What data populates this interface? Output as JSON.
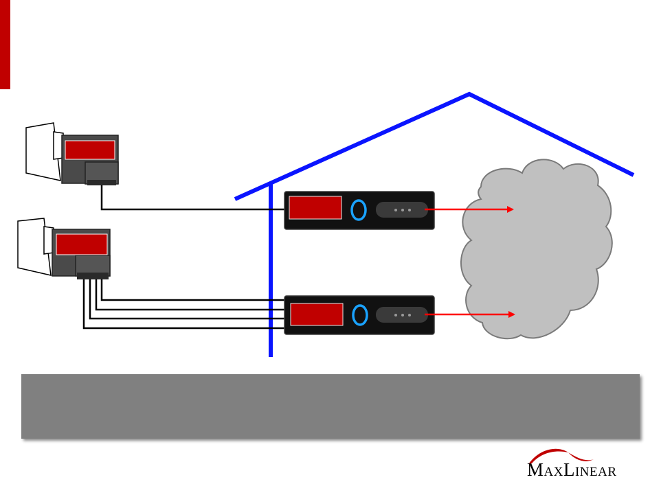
{
  "slide": {
    "title": "",
    "accent_color": "#c00000"
  },
  "colors": {
    "house_outline": "#0a14ff",
    "device_label": "#c00000",
    "signal_arrow": "#ff0000",
    "cloud_fill": "#c0c0c0",
    "cable": "#000000",
    "stb_body": "#111111",
    "stb_ring": "#1aa3ff",
    "caption_bg": "#808080"
  },
  "diagram": {
    "dish_top": {
      "label": "",
      "icon": "satellite-dish-lnb-icon",
      "outputs": 1
    },
    "dish_bottom": {
      "label": "",
      "icon": "satellite-dish-lnb-icon",
      "outputs": 4
    },
    "stb_top": {
      "label": "",
      "icon": "set-top-box-icon"
    },
    "stb_bottom": {
      "label": "",
      "icon": "set-top-box-icon"
    },
    "cloud": {
      "label": "",
      "icon": "cloud-icon"
    },
    "house": {
      "icon": "house-outline-icon"
    }
  },
  "caption": {
    "text": ""
  },
  "logo": {
    "text": "MaxLinear",
    "icon": "maxlinear-swoosh-icon",
    "swoosh_color": "#c00000"
  }
}
